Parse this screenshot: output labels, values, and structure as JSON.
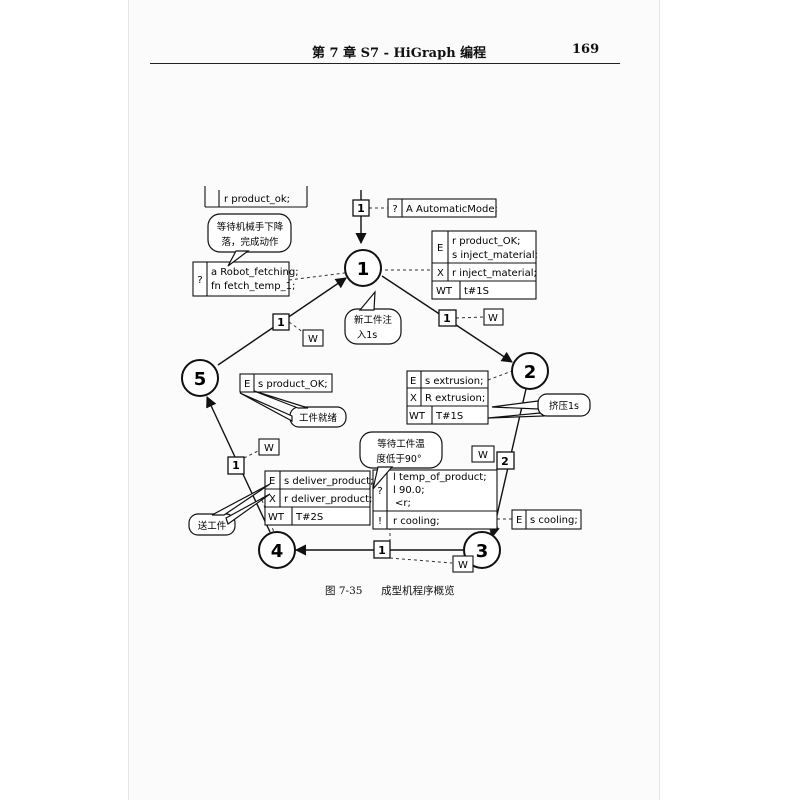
{
  "header": {
    "chapter": "第 7 章   S7 - HiGraph 编程",
    "page_number": "169"
  },
  "figure": {
    "caption_number": "图 7-35",
    "caption_text": "成型机程序概览",
    "states": [
      "1",
      "2",
      "3",
      "4",
      "5"
    ],
    "transitions": {
      "t_1_2": "1",
      "t_2_3": "2",
      "t_3_4": "1",
      "t_4_5": "1",
      "t_5_1": "1",
      "t_any_1": "1"
    },
    "wait_label": "W",
    "any_to_1": {
      "type": "?",
      "instr": "A  AutomaticMode;"
    },
    "top_left_fragment": "r product_ok;",
    "state1_actions": [
      {
        "type": "E",
        "instr": [
          "r product_OK;",
          "s inject_material;"
        ]
      },
      {
        "type": "X",
        "instr": [
          "r inject_material;"
        ]
      },
      {
        "type": "WT",
        "instr": [
          "t#1S"
        ]
      }
    ],
    "state2_actions": [
      {
        "type": "E",
        "instr": [
          "s   extrusion;"
        ]
      },
      {
        "type": "X",
        "instr": [
          "R  extrusion;"
        ]
      },
      {
        "type": "WT",
        "instr": [
          "T#1S"
        ]
      }
    ],
    "state3_actions": [
      {
        "type": "E",
        "instr": [
          "s  cooling;"
        ]
      }
    ],
    "state4_actions": [
      {
        "type": "E",
        "instr": [
          "s  deliver_product;"
        ]
      },
      {
        "type": "X",
        "instr": [
          "r deliver_product;"
        ]
      },
      {
        "type": "WT",
        "instr": [
          "T#2S"
        ]
      }
    ],
    "state5_actions": [
      {
        "type": "E",
        "instr": [
          "s  product_OK;"
        ]
      }
    ],
    "cond_5_1": {
      "type": "?",
      "instr": [
        "a  Robot_fetching;",
        "fn fetch_temp_1;"
      ]
    },
    "cond_3_4": {
      "rows": [
        {
          "type": "?",
          "instr": [
            "l      temp_of_product;",
            "l      90.0;",
            "<r;"
          ]
        },
        {
          "type": "!",
          "instr": [
            "r  cooling;"
          ]
        }
      ]
    },
    "callouts": {
      "c1": [
        "等待机械手下降",
        "落，完成动作"
      ],
      "c2": [
        "新工件注",
        "入1s"
      ],
      "c3": [
        "挤压1s"
      ],
      "c4": [
        "工件就绪"
      ],
      "c5": [
        "等待工件温",
        "度低于90°"
      ],
      "c6": [
        "送工件"
      ]
    }
  }
}
